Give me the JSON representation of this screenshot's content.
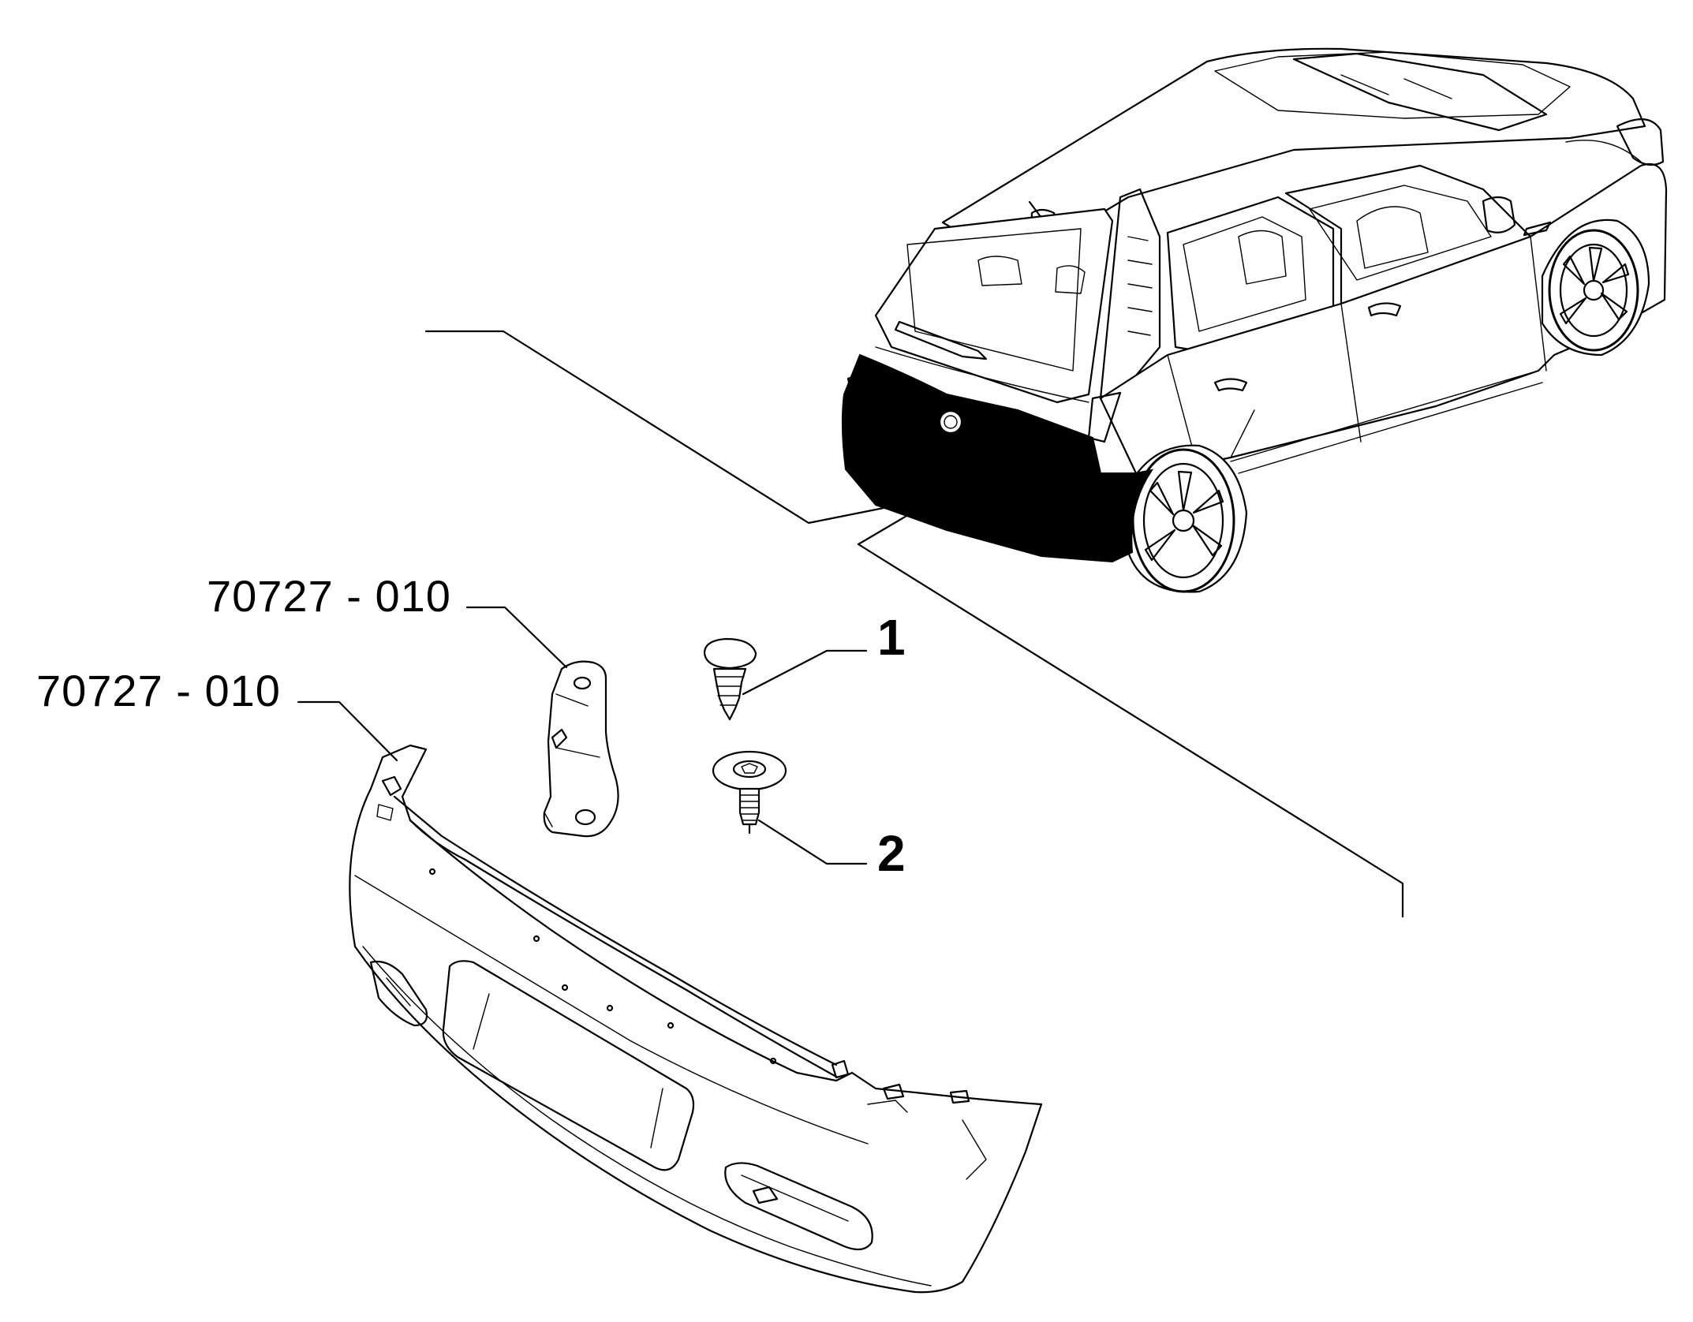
{
  "callouts": {
    "ref_bracket": "70727 - 010",
    "ref_bumper": "70727 - 010",
    "pos_1": "1",
    "pos_2": "2"
  },
  "colors": {
    "line": "#000000",
    "background": "#ffffff"
  }
}
